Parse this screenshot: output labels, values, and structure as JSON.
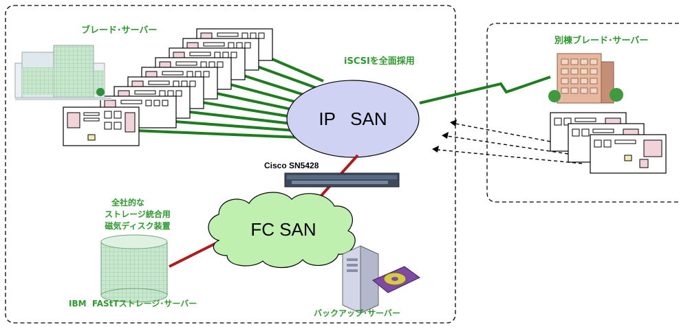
{
  "labels": {
    "blade_server": "ブレード･サーバー",
    "remote_blade_server": "別棟ブレード･サーバー",
    "iscsi_note": "iSCSIを全面採用",
    "ip_san": "IP   SAN",
    "fc_san": "FC SAN",
    "switch_name": "Cisco SN5428",
    "storage_desc_line1": "全社的な",
    "storage_desc_line2": "ストレージ統合用",
    "storage_desc_line3": "磁気ディスク装置",
    "storage_name": "IBM  FAStTストレージ･サーバー",
    "backup_server": "バックアップ･サーバー"
  },
  "colors": {
    "green_link": "#1e7d1e",
    "red_link": "#b21a1a",
    "label_green": "#2c9a2c",
    "cloud_ip": "#cfd2f2",
    "cloud_fc": "#bff0b0",
    "blade_pink": "#f3d3da"
  },
  "icons": [
    "office-building-icon",
    "brick-building-icon",
    "blade-server-icon",
    "switch-icon",
    "disk-array-icon",
    "backup-server-icon"
  ]
}
